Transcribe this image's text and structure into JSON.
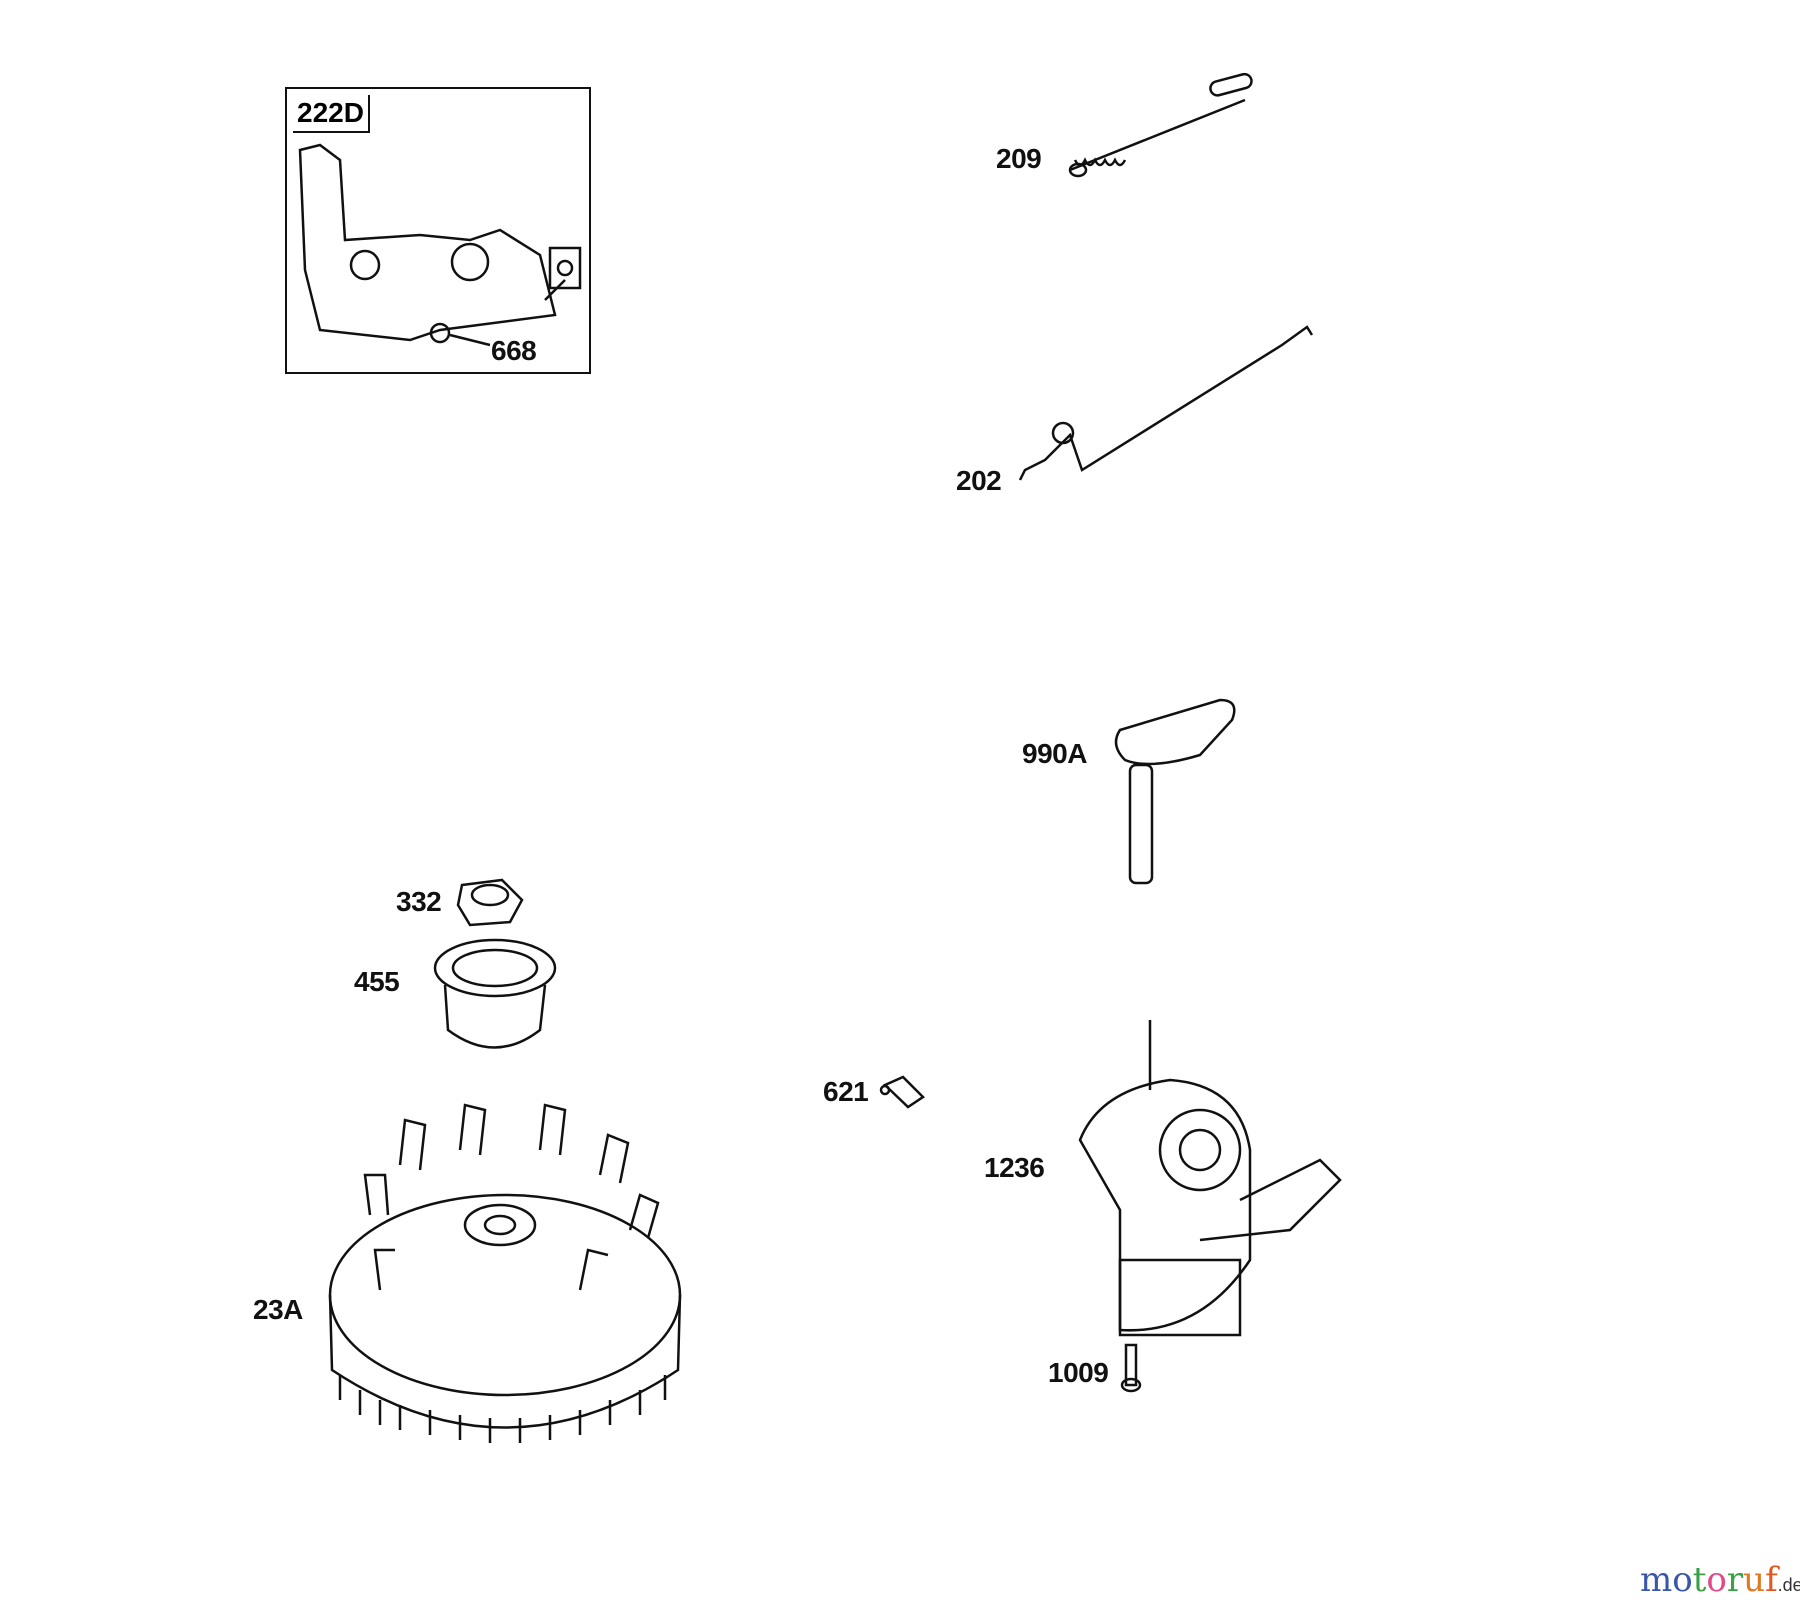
{
  "inset": {
    "title": "222D"
  },
  "labels": {
    "p668": "668",
    "p209": "209",
    "p202": "202",
    "p990A": "990A",
    "p332": "332",
    "p455": "455",
    "p621": "621",
    "p1236": "1236",
    "p23A": "23A",
    "p1009": "1009"
  },
  "logo": {
    "name": "motoruf",
    "tld": ".de",
    "letter_colors": [
      "#3a56a8",
      "#3a56a8",
      "#3aa046",
      "#e04a8a",
      "#3aa046",
      "#e07a20",
      "#e05a20",
      "#e0b020"
    ]
  }
}
